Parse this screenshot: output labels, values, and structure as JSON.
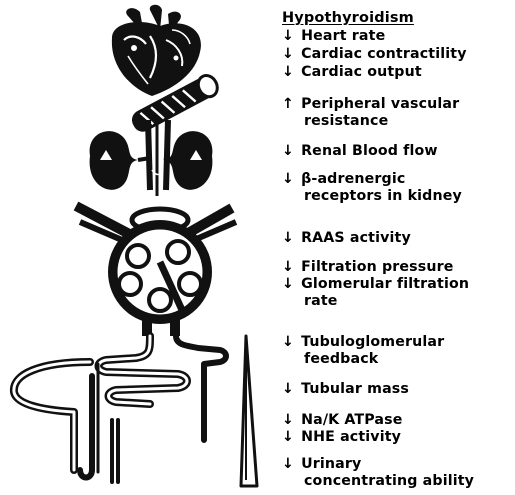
{
  "title": "Hypothyroidism",
  "arrow_down": "↓",
  "arrow_up": "↑",
  "effects": {
    "heart_rate": "Heart rate",
    "cardiac_contractility": "Cardiac contractility",
    "cardiac_output": "Cardiac output",
    "pvr_line1": "Peripheral vascular",
    "pvr_line2": "resistance",
    "renal_blood_flow": "Renal Blood flow",
    "beta_line1": "β-adrenergic",
    "beta_line2": "receptors in kidney",
    "raas": "RAAS activity",
    "filtration_pressure": "Filtration pressure",
    "gfr_line1": "Glomerular filtration",
    "gfr_line2": "rate",
    "tgf_line1": "Tubuloglomerular",
    "tgf_line2": "feedback",
    "tubular_mass": "Tubular mass",
    "nak_atpase": "Na/K ATPase",
    "nhe": "NHE activity",
    "urinary_line1": "Urinary",
    "urinary_line2": "concentrating ability"
  }
}
